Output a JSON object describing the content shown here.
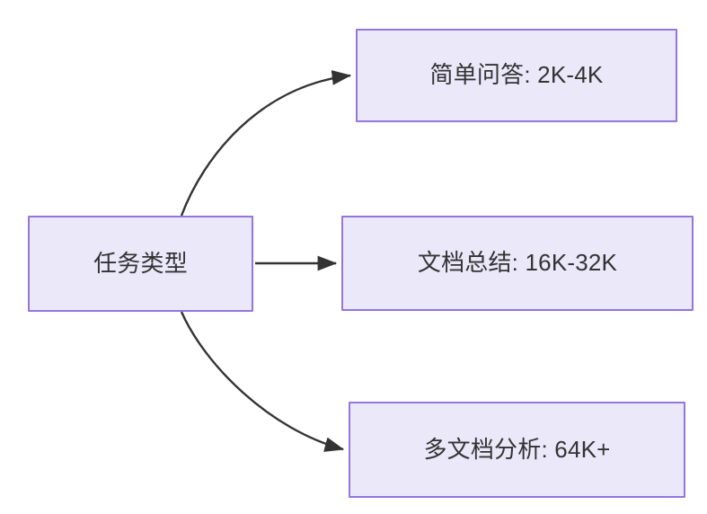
{
  "diagram": {
    "type": "flowchart",
    "direction": "left-to-right",
    "background_color": "#ffffff",
    "node_fill_color": "#ebe8fa",
    "node_border_color": "#9575de",
    "node_text_color": "#333333",
    "edge_color": "#333333",
    "root": {
      "id": "task-type",
      "label": "任务类型"
    },
    "branches": [
      {
        "id": "simple-qa",
        "label": "简单问答: 2K-4K",
        "task": "简单问答",
        "context_length": "2K-4K",
        "edge_style": "curved-up"
      },
      {
        "id": "doc-summary",
        "label": "文档总结: 16K-32K",
        "task": "文档总结",
        "context_length": "16K-32K",
        "edge_style": "straight"
      },
      {
        "id": "multi-doc-analysis",
        "label": "多文档分析: 64K+",
        "task": "多文档分析",
        "context_length": "64K+",
        "edge_style": "curved-down"
      }
    ]
  }
}
